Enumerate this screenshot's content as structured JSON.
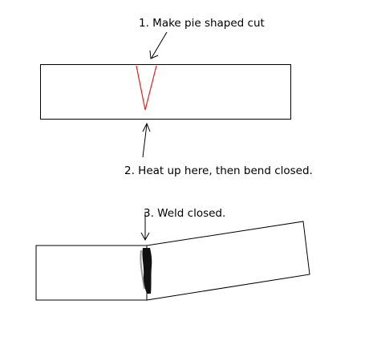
{
  "steps": {
    "step1": "1. Make pie shaped cut",
    "step2": "2. Heat up here, then bend closed.",
    "step3": "3. Weld closed."
  },
  "colors": {
    "outline": "#000000",
    "cut": "#e02020",
    "weld": "#111111",
    "background": "#ffffff"
  }
}
